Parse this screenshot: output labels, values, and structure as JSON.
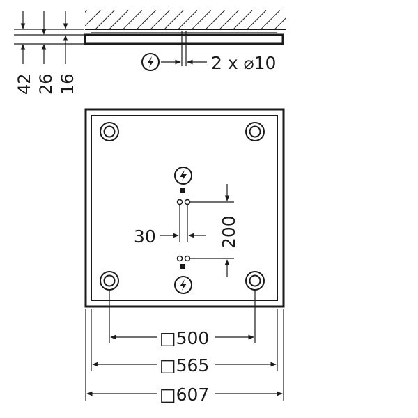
{
  "side_view": {
    "heights": [
      "42",
      "26",
      "16"
    ],
    "holes_label": "2 x ⌀10"
  },
  "top_view": {
    "cable_spacing": "30",
    "cable_distance": "200"
  },
  "overall_dims": {
    "dim_500": "□500",
    "dim_565": "□565",
    "dim_607": "□607"
  },
  "icons": {
    "power": "lightning-bolt-in-circle",
    "mount_hole": "double-circle"
  }
}
